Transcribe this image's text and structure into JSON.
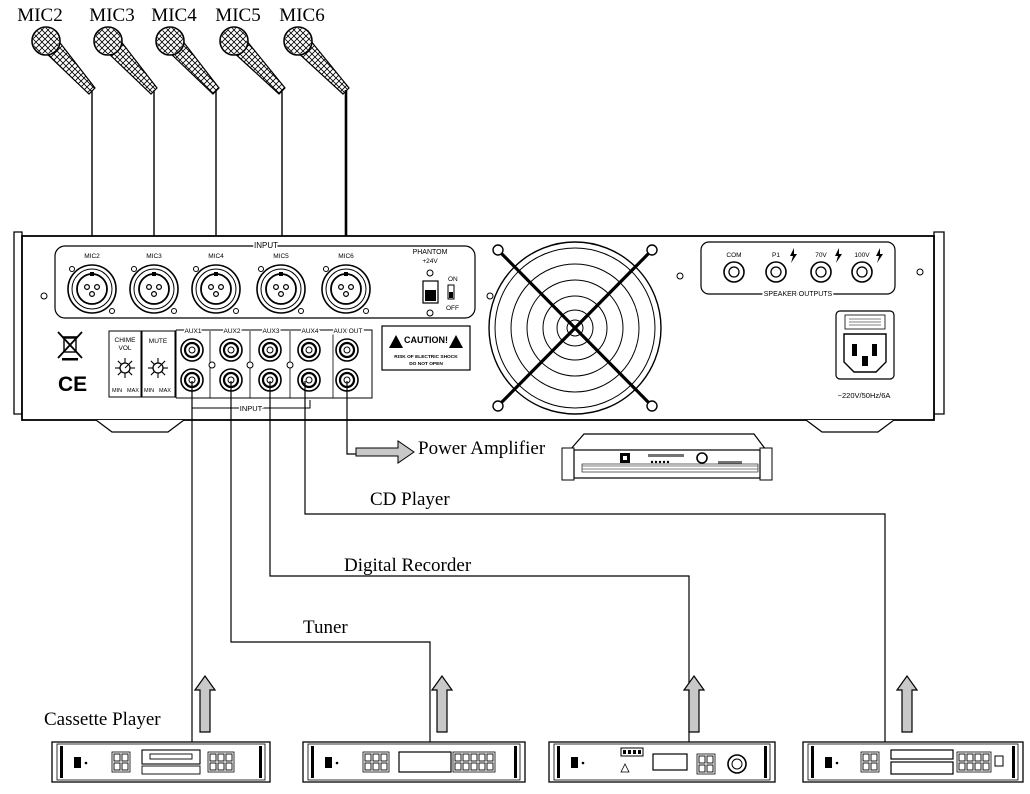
{
  "microphones": [
    {
      "label": "MIC2"
    },
    {
      "label": "MIC3"
    },
    {
      "label": "MIC4"
    },
    {
      "label": "MIC5"
    },
    {
      "label": "MIC6"
    }
  ],
  "panel": {
    "input_title": "INPUT",
    "mic_jacks": [
      "MIC2",
      "MIC3",
      "MIC4",
      "MIC5",
      "MIC6"
    ],
    "phantom_title": "PHANTOM",
    "phantom_voltage": "+24V",
    "switch_on": "ON",
    "switch_off": "OFF",
    "speaker_taps": [
      "COM",
      "P1",
      "70V",
      "100V"
    ],
    "speaker_outputs": "SPEAKER OUTPUTS",
    "power_rating": "~220V/50Hz/6A",
    "chime_line1": "CHIME",
    "chime_line2": "VOL",
    "mute": "MUTE",
    "knob_min": "MIN",
    "knob_max": "MAX",
    "aux_labels": [
      "AUX1",
      "AUX2",
      "AUX3",
      "AUX4",
      "AUX OUT"
    ],
    "input_bottom": "INPUT",
    "caution_title": "CAUTION!",
    "caution_line1": "RISK OF ELECTRIC SHOCK",
    "caution_line2": "DO NOT OPEN",
    "ce_mark": "CE"
  },
  "connections": {
    "power_amplifier": "Power Amplifier",
    "cd_player": "CD Player",
    "digital_recorder": "Digital Recorder",
    "tuner": "Tuner",
    "cassette_player": "Cassette Player"
  },
  "colors": {
    "line": "#000000",
    "panel_fill": "#ffffff",
    "arrow_fill": "#c8c8c8",
    "mic_head": "#ffffff"
  }
}
